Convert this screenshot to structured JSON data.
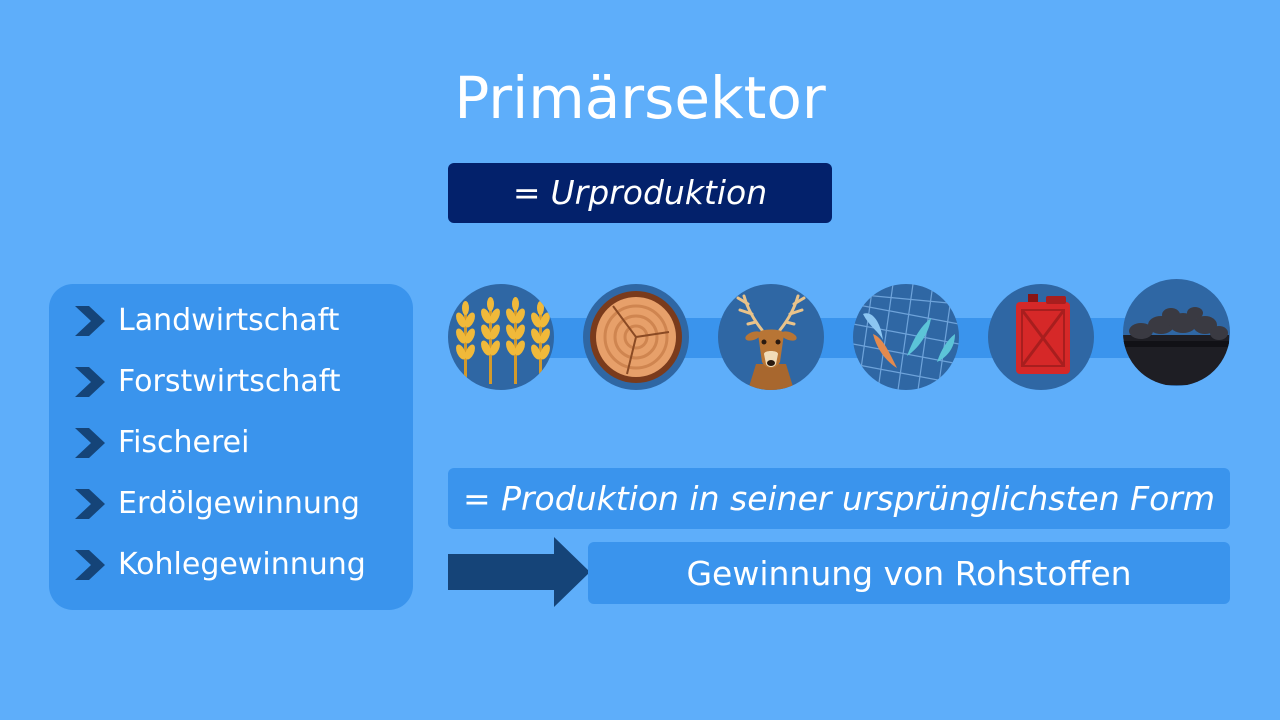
{
  "title": "Primärsektor",
  "subtitle": {
    "prefix": "=",
    "text": "Urproduktion"
  },
  "sectors": [
    {
      "label": "Landwirtschaft",
      "icon": "wheat-icon"
    },
    {
      "label": "Forstwirtschaft",
      "icon": "wood-log-icon"
    },
    {
      "label": "Fischerei",
      "icon": "fish-net-icon"
    },
    {
      "label": "Erdölgewinnung",
      "icon": "fuel-canister-icon"
    },
    {
      "label": "Kohlegewinnung",
      "icon": "coal-icon"
    }
  ],
  "icon_row": [
    "wheat-icon",
    "wood-log-icon",
    "deer-icon",
    "fish-net-icon",
    "fuel-canister-icon",
    "coal-icon"
  ],
  "definition": "= Produktion in seiner ursprünglichsten Form",
  "result": "Gewinnung von Rohstoffen",
  "colors": {
    "background": "#5eaefa",
    "accent_dark": "#03216b",
    "panel": "#3a94ed",
    "circle": "#2f67a4",
    "arrow": "#154478"
  }
}
